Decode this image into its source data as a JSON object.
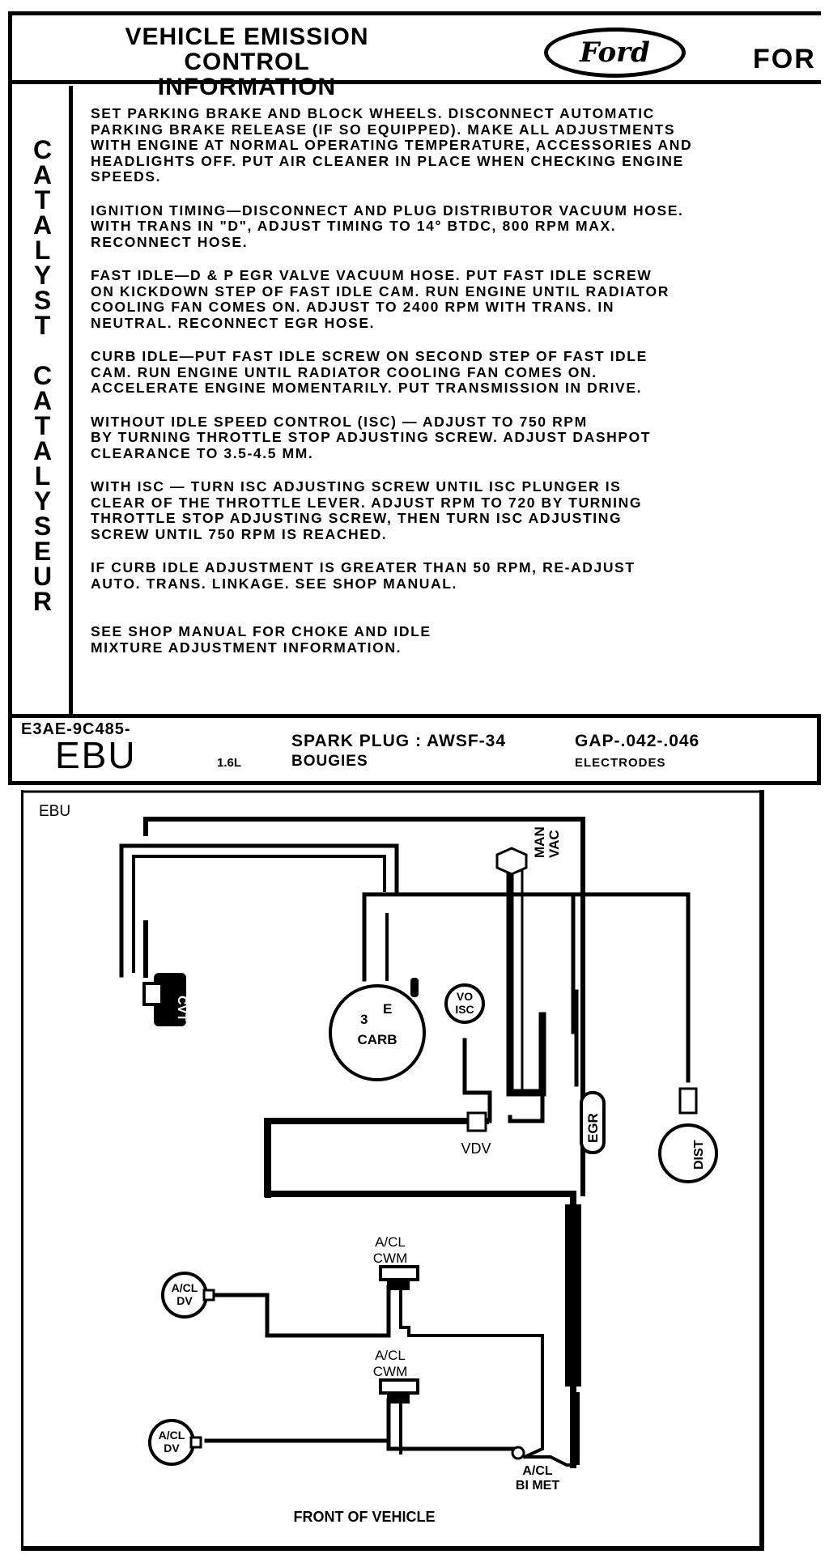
{
  "header": {
    "title_line1": "VEHICLE EMISSION",
    "title_line2": "CONTROL INFORMATION",
    "logo_text": "Ford",
    "right_cutoff": "FOR"
  },
  "sidebar": {
    "letters": [
      "C",
      "A",
      "T",
      "A",
      "L",
      "Y",
      "S",
      "T",
      "",
      "C",
      "A",
      "T",
      "A",
      "L",
      "Y",
      "S",
      "E",
      "U",
      "R"
    ]
  },
  "paragraphs": [
    "SET PARKING BRAKE AND BLOCK WHEELS. DISCONNECT AUTOMATIC\nPARKING BRAKE RELEASE (IF SO EQUIPPED). MAKE ALL ADJUSTMENTS\nWITH ENGINE AT NORMAL OPERATING TEMPERATURE, ACCESSORIES AND\nHEADLIGHTS OFF. PUT AIR CLEANER IN PLACE WHEN CHECKING ENGINE\nSPEEDS.",
    "IGNITION TIMING—DISCONNECT AND PLUG DISTRIBUTOR VACUUM HOSE.\nWITH TRANS IN \"D\", ADJUST TIMING TO 14° BTDC, 800 RPM MAX.\nRECONNECT HOSE.",
    "FAST IDLE—D & P EGR VALVE VACUUM HOSE. PUT FAST IDLE SCREW\nON KICKDOWN STEP OF FAST IDLE CAM. RUN ENGINE UNTIL RADIATOR\nCOOLING FAN COMES ON. ADJUST TO 2400 RPM WITH TRANS. IN\nNEUTRAL. RECONNECT EGR HOSE.",
    "CURB IDLE—PUT FAST IDLE SCREW ON SECOND STEP OF FAST IDLE\nCAM. RUN ENGINE UNTIL RADIATOR COOLING FAN COMES ON.\nACCELERATE ENGINE MOMENTARILY. PUT TRANSMISSION IN DRIVE.",
    "WITHOUT IDLE SPEED CONTROL (ISC) — ADJUST TO 750 RPM\nBY TURNING THROTTLE STOP ADJUSTING SCREW. ADJUST DASHPOT\nCLEARANCE TO 3.5-4.5 MM.",
    "WITH ISC — TURN ISC ADJUSTING SCREW UNTIL ISC PLUNGER IS\nCLEAR OF THE THROTTLE LEVER. ADJUST RPM TO 720 BY TURNING\nTHROTTLE STOP ADJUSTING SCREW, THEN TURN ISC ADJUSTING\nSCREW UNTIL 750 RPM IS REACHED.",
    "IF CURB IDLE ADJUSTMENT IS GREATER THAN 50 RPM, RE-ADJUST\nAUTO. TRANS. LINKAGE. SEE SHOP MANUAL.",
    "SEE SHOP MANUAL FOR CHOKE AND IDLE\nMIXTURE ADJUSTMENT INFORMATION."
  ],
  "footer": {
    "part_number": "E3AE-9C485-",
    "calibration": "EBU",
    "displacement": "1.6L",
    "spark_plug_label": "SPARK PLUG : AWSF-34",
    "spark_plug_fr": "BOUGIES",
    "gap_label": "GAP-.042-.046",
    "gap_fr": "ELECTRODES"
  },
  "diagram": {
    "tag": "EBU",
    "man_vac_line1": "MAN",
    "man_vac_line2": "VAC",
    "carb": "CARB",
    "carb_port_3": "3",
    "carb_port_e": "E",
    "vo_isc_line1": "VO",
    "vo_isc_line2": "ISC",
    "vdv": "VDV",
    "egr": "EGR",
    "dist": "DIST",
    "cvt": "CVT",
    "acl_cwm1_line1": "A/CL",
    "acl_cwm1_line2": "CWM",
    "acl_cwm2_line1": "A/CL",
    "acl_cwm2_line2": "CWM",
    "acl_dv1_line1": "A/CL",
    "acl_dv1_line2": "DV",
    "acl_dv2_line1": "A/CL",
    "acl_dv2_line2": "DV",
    "bimet_line1": "A/CL",
    "bimet_line2": "BI MET",
    "front": "FRONT OF VEHICLE"
  }
}
